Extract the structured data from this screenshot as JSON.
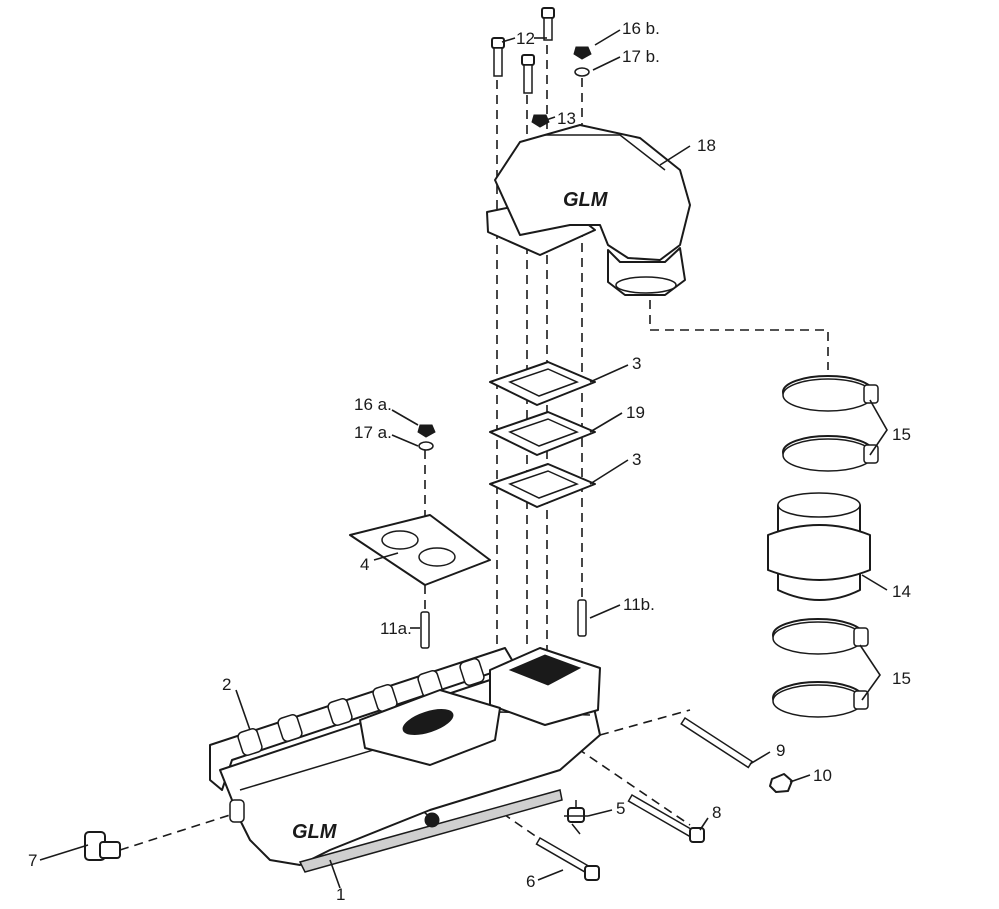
{
  "callouts": {
    "p1": "1",
    "p2": "2",
    "p3a": "3",
    "p3b": "3",
    "p4": "4",
    "p5": "5",
    "p6": "6",
    "p7": "7",
    "p8": "8",
    "p9": "9",
    "p10": "10",
    "p11a": "11a.",
    "p11b": "11b.",
    "p12": "12",
    "p13": "13",
    "p14": "14",
    "p15a": "15",
    "p15b": "15",
    "p16a": "16 a.",
    "p16b": "16 b.",
    "p17a": "17 a.",
    "p17b": "17 b.",
    "p18": "18",
    "p19": "19"
  },
  "branding": {
    "logo_manifold": "GLM",
    "logo_elbow": "GLM"
  }
}
